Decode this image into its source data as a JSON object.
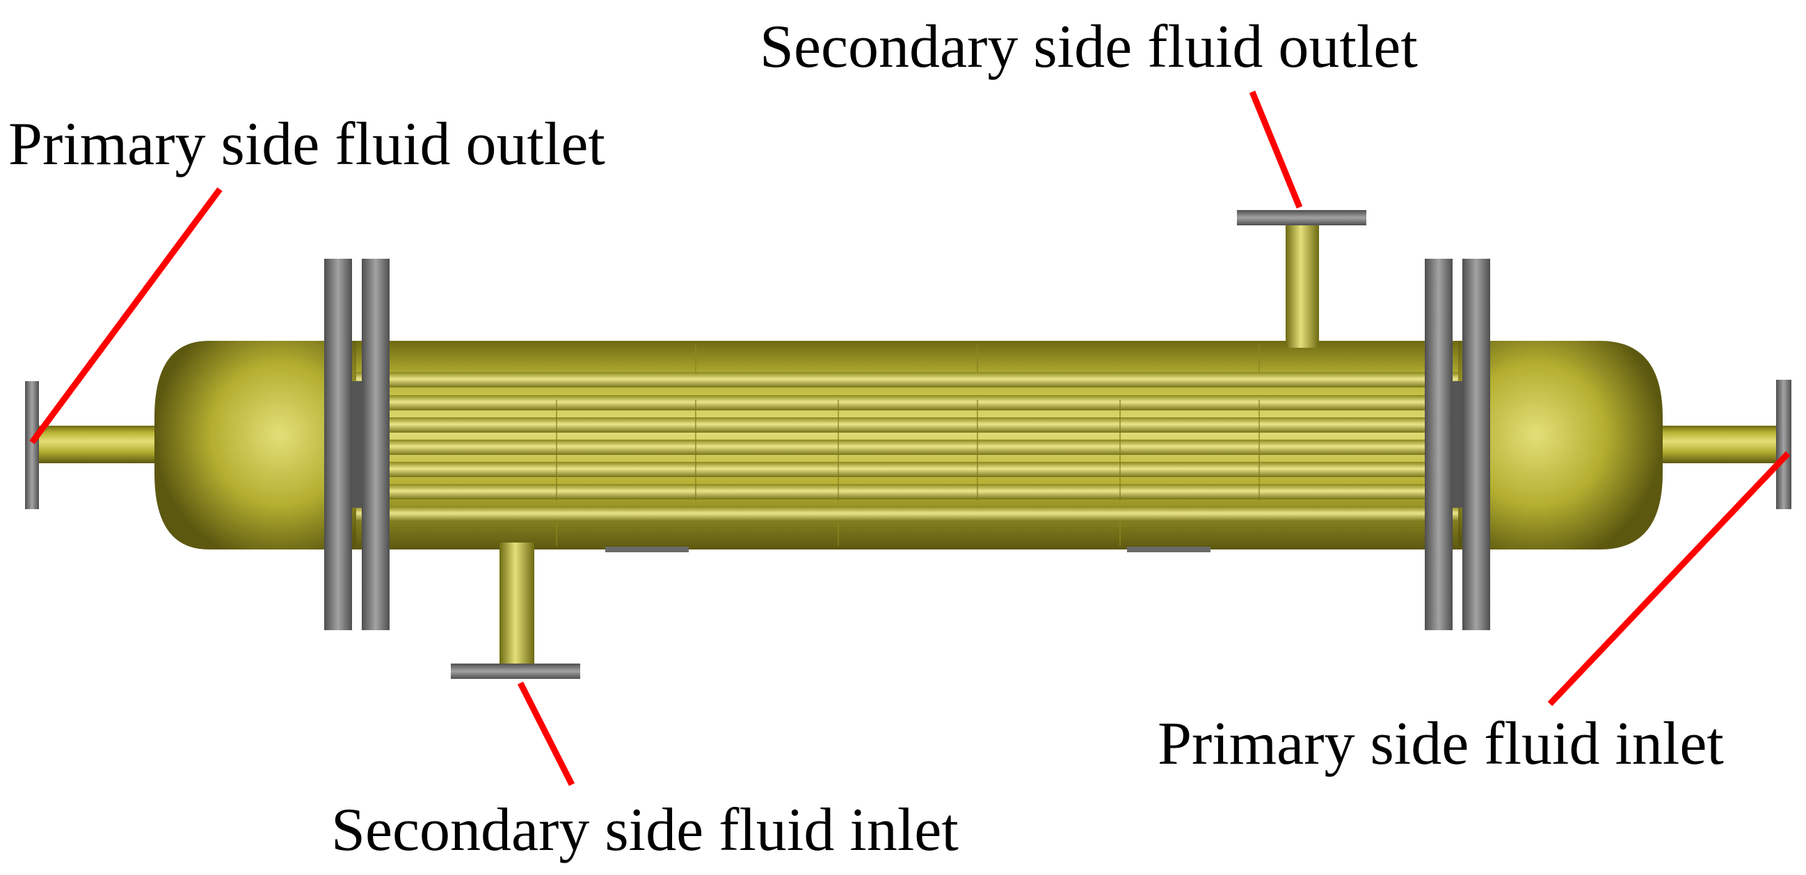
{
  "labels": {
    "secondary_outlet": "Secondary side fluid outlet",
    "primary_outlet": "Primary side fluid outlet",
    "primary_inlet": "Primary side fluid inlet",
    "secondary_inlet": "Secondary side fluid inlet"
  },
  "colors": {
    "body": "#c2bd3c",
    "body_highlight": "#e4df78",
    "body_shadow": "#6e6a12",
    "flange": "#8a8a8a",
    "flange_dark": "#4e4e4e",
    "arrow": "#ff0000"
  }
}
